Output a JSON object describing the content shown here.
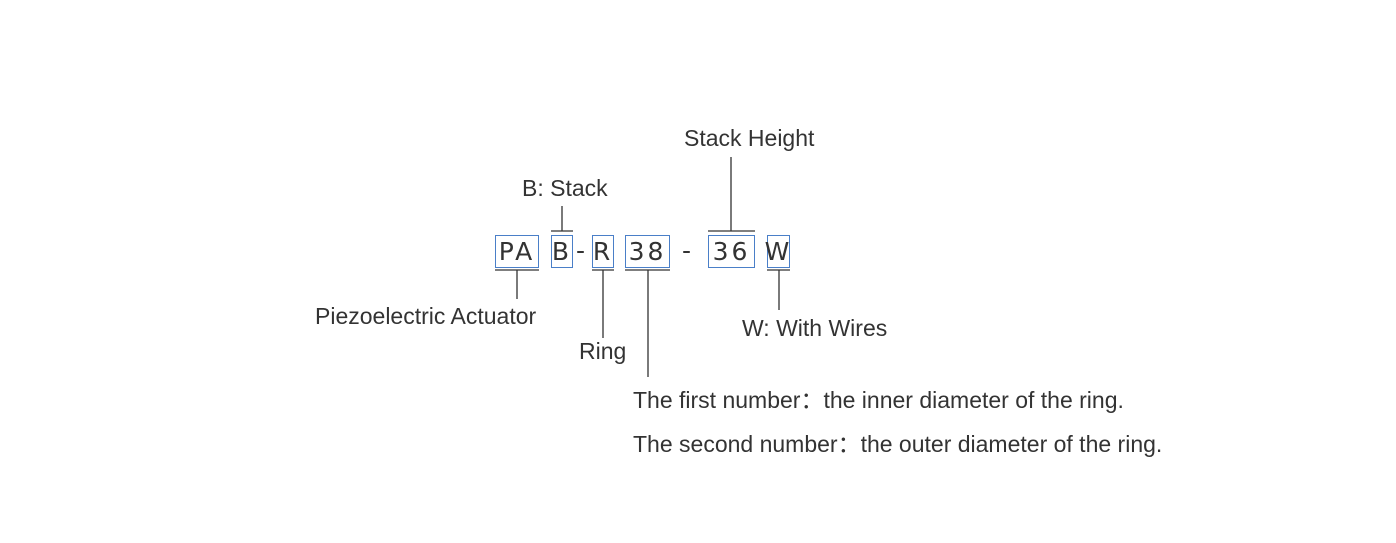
{
  "code": {
    "segments": [
      {
        "text": "PA"
      },
      {
        "text": "B"
      },
      {
        "text": "-"
      },
      {
        "text": "R"
      },
      {
        "text": "38"
      },
      {
        "text": "-"
      },
      {
        "text": "36"
      },
      {
        "text": "W"
      }
    ]
  },
  "labels": {
    "stack_height": "Stack Height",
    "b_stack": "B: Stack",
    "piezo_actuator": "Piezoelectric Actuator",
    "ring": "Ring",
    "with_wires": "W: With Wires",
    "first_number": "The first number：the inner diameter of the ring.",
    "second_number": "The second number：the outer diameter of the ring."
  },
  "colors": {
    "box_border": "#4a7fc8",
    "text": "#333333",
    "line": "#333333"
  }
}
